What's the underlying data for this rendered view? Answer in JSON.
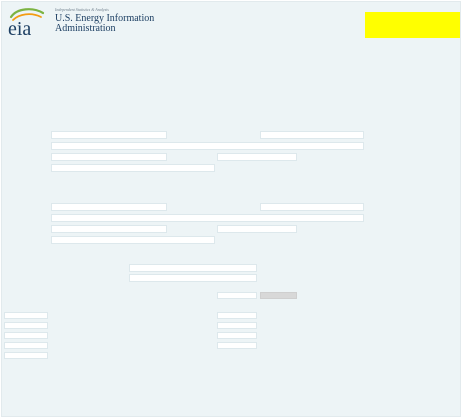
{
  "header": {
    "logo_text": "eia",
    "tagline": "Independent Statistics & Analysis",
    "agency_line_1": "U.S. Energy Information",
    "agency_line_2": "Administration"
  },
  "colors": {
    "page_background": "#edf4f6",
    "alert_box": "#ffff00",
    "logo_blue": "#1d3f63",
    "logo_green": "#7cb342",
    "logo_orange": "#f39c12",
    "placeholder_white": "#ffffff",
    "placeholder_gray": "#d8d8d8"
  },
  "icons": {
    "logo": "eia-logo-icon"
  }
}
